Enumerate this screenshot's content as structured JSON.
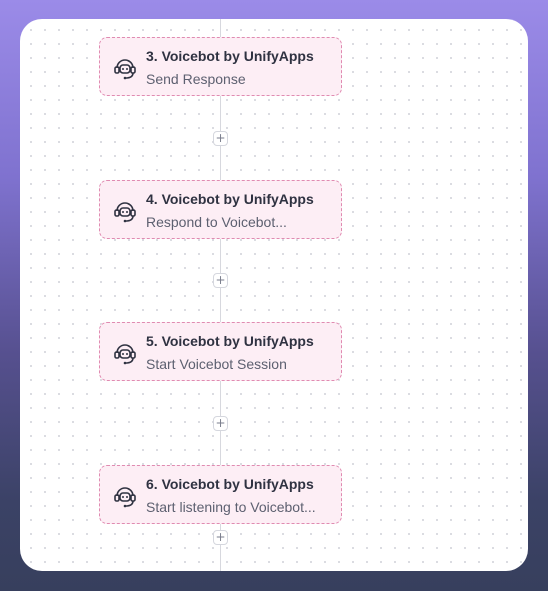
{
  "workflow": {
    "steps": [
      {
        "title": "3. Voicebot by UnifyApps",
        "subtitle": "Send Response",
        "icon": "headset-bot-icon"
      },
      {
        "title": "4. Voicebot by UnifyApps",
        "subtitle": "Respond to Voicebot...",
        "icon": "headset-bot-icon"
      },
      {
        "title": "5. Voicebot by UnifyApps",
        "subtitle": "Start Voicebot Session",
        "icon": "headset-bot-icon"
      },
      {
        "title": "6. Voicebot by UnifyApps",
        "subtitle": "Start listening to Voicebot...",
        "icon": "headset-bot-icon"
      }
    ],
    "add_step_label": "+"
  },
  "colors": {
    "card_background": "#fdeef5",
    "card_border": "#e08bb1",
    "connector": "#d7d8de"
  }
}
